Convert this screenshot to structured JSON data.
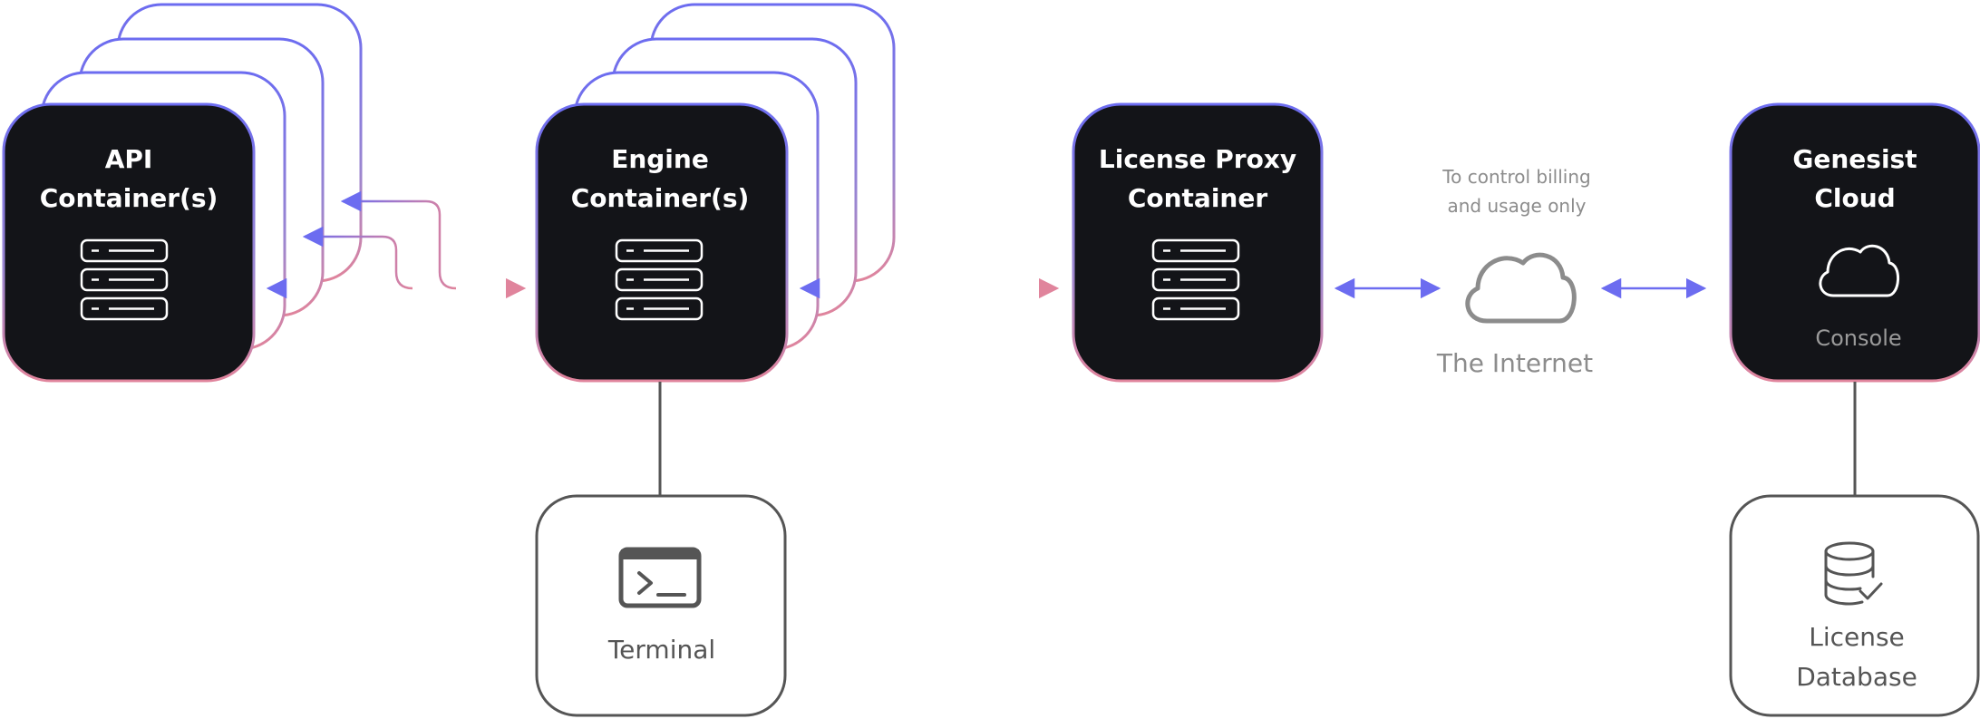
{
  "nodes": {
    "api": {
      "title_line1": "API",
      "title_line2": "Container(s)",
      "icon": "server-icon"
    },
    "engine": {
      "title_line1": "Engine",
      "title_line2": "Container(s)",
      "icon": "server-icon"
    },
    "proxy": {
      "title_line1": "License Proxy",
      "title_line2": "Container",
      "icon": "server-icon"
    },
    "cloud": {
      "title_line1": "Genesist",
      "title_line2": "Cloud",
      "sub": "Console",
      "icon": "cloud-icon"
    },
    "terminal": {
      "label": "Terminal",
      "icon": "terminal-icon"
    },
    "database": {
      "label_line1": "License",
      "label_line2": "Database",
      "icon": "database-check-icon"
    }
  },
  "internet": {
    "label": "The Internet",
    "note_line1": "To control billing",
    "note_line2": "and usage only",
    "icon": "cloud-icon"
  },
  "colors": {
    "box_fill": "#131418",
    "gradient_start": "#6c6cf0",
    "gradient_end": "#e0849c",
    "arrow_blue": "#6c6cf0",
    "arrow_pink": "#e0849c",
    "neutral_stroke": "#555555"
  }
}
